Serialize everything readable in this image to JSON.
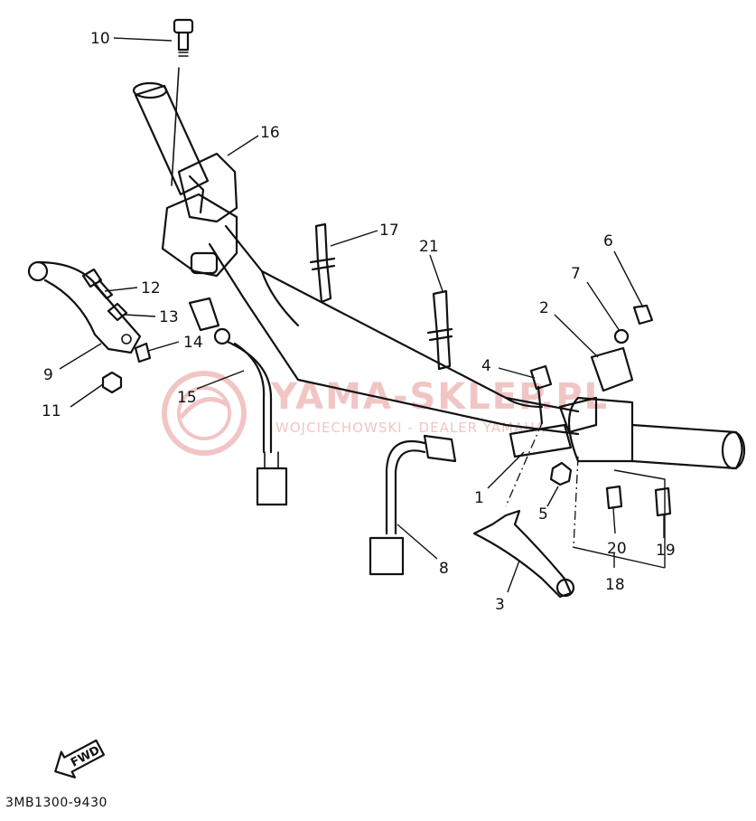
{
  "diagram": {
    "callouts": [
      "1",
      "2",
      "3",
      "4",
      "5",
      "6",
      "7",
      "8",
      "9",
      "10",
      "11",
      "12",
      "13",
      "14",
      "15",
      "16",
      "17",
      "18",
      "19",
      "20",
      "21"
    ],
    "fwd_label": "FWD",
    "drawing_code": "3MB1300-9430"
  },
  "watermark": {
    "line1": "YAMA-SKLEP.PL",
    "line2": "WOJCIECHOWSKI - DEALER YAMAHA"
  }
}
